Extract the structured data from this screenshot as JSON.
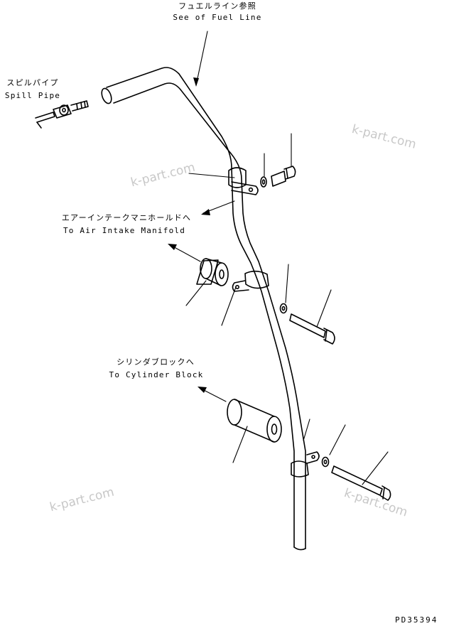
{
  "labels": {
    "fuel_line_jp": "フュエルライン参照",
    "fuel_line_en": "See of Fuel Line",
    "spill_pipe_jp": "スピルパイプ",
    "spill_pipe_en": "Spill Pipe",
    "air_intake_jp": "エアーインテークマニホールドへ",
    "air_intake_en": "To Air Intake Manifold",
    "cylinder_block_jp": "シリンダブロックへ",
    "cylinder_block_en": "To Cylinder Block"
  },
  "watermarks": [
    "k-part.com",
    "k-part.com",
    "k-part.com",
    "k-part.com"
  ],
  "drawing_number": "PD35394"
}
